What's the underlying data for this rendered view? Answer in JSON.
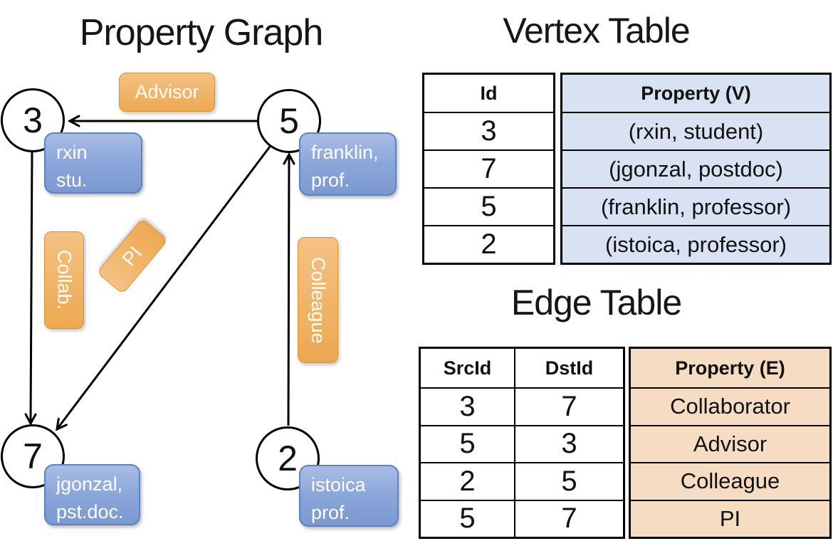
{
  "graph_panel": {
    "title": "Property Graph",
    "nodes": [
      {
        "id": "3",
        "property_line1": "rxin",
        "property_line2": "stu."
      },
      {
        "id": "5",
        "property_line1": "franklin,",
        "property_line2": "prof."
      },
      {
        "id": "7",
        "property_line1": "jgonzal,",
        "property_line2": "pst.doc."
      },
      {
        "id": "2",
        "property_line1": "istoica",
        "property_line2": "prof."
      }
    ],
    "edges": [
      {
        "src": "5",
        "dst": "3",
        "label": "Advisor"
      },
      {
        "src": "3",
        "dst": "7",
        "label": "Collab."
      },
      {
        "src": "5",
        "dst": "7",
        "label": "PI"
      },
      {
        "src": "2",
        "dst": "5",
        "label": "Colleague"
      }
    ]
  },
  "vertex_table": {
    "title": "Vertex Table",
    "id_header": "Id",
    "property_header": "Property (V)",
    "rows": [
      {
        "id": "3",
        "property": "(rxin, student)"
      },
      {
        "id": "7",
        "property": "(jgonzal, postdoc)"
      },
      {
        "id": "5",
        "property": "(franklin, professor)"
      },
      {
        "id": "2",
        "property": "(istoica, professor)"
      }
    ]
  },
  "edge_table": {
    "title": "Edge Table",
    "src_header": "SrcId",
    "dst_header": "DstId",
    "property_header": "Property (E)",
    "rows": [
      {
        "src": "3",
        "dst": "7",
        "property": "Collaborator"
      },
      {
        "src": "5",
        "dst": "3",
        "property": "Advisor"
      },
      {
        "src": "2",
        "dst": "5",
        "property": "Colleague"
      },
      {
        "src": "5",
        "dst": "7",
        "property": "PI"
      }
    ]
  },
  "colors": {
    "vertex_property_fill": "#8aa6d9",
    "vertex_property_border": "#5d82c1",
    "edge_label_fill": "#eda851",
    "edge_label_border": "#da902e",
    "vertex_table_fill": "#d9e2f3",
    "edge_table_fill": "#f5dcc3",
    "line_color": "#000000",
    "text_on_badges": "#ffffff"
  }
}
